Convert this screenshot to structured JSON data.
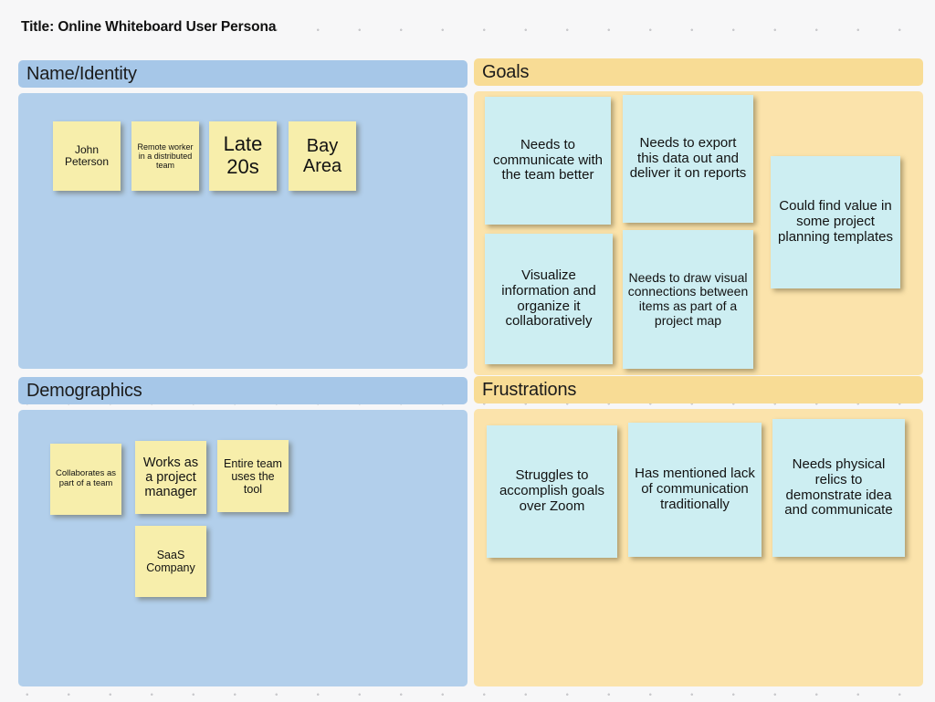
{
  "board": {
    "title": "Title: Online Whiteboard User Persona",
    "background": "#f7f7f8",
    "dot_color": "#c9c9cc"
  },
  "colors": {
    "blue_header": "#a6c7e8",
    "blue_body": "#b2cfeb",
    "amber_header": "#f8dc95",
    "amber_body": "#fbe3ab",
    "note_yellow": "#f7eeab",
    "note_blue": "#cdeef2"
  },
  "panels": [
    {
      "id": "name-identity",
      "title": "Name/Identity",
      "theme": "blue",
      "notes": [
        {
          "text": "John Peterson",
          "color": "note_yellow",
          "font_size": 12
        },
        {
          "text": "Remote worker in a distributed team",
          "color": "note_yellow",
          "font_size": 9
        },
        {
          "text": "Late 20s",
          "color": "note_yellow",
          "font_size": 22
        },
        {
          "text": "Bay Area",
          "color": "note_yellow",
          "font_size": 20
        }
      ]
    },
    {
      "id": "demographics",
      "title": "Demographics",
      "theme": "blue",
      "notes": [
        {
          "text": "Collaborates as part of a team",
          "color": "note_yellow",
          "font_size": 9.5
        },
        {
          "text": "Works as a project manager",
          "color": "note_yellow",
          "font_size": 14.5
        },
        {
          "text": "Entire team uses the tool",
          "color": "note_yellow",
          "font_size": 12.5
        },
        {
          "text": "SaaS Company",
          "color": "note_yellow",
          "font_size": 12.5
        }
      ]
    },
    {
      "id": "goals",
      "title": "Goals",
      "theme": "amber",
      "notes": [
        {
          "text": "Needs to communicate with the team better",
          "color": "note_blue",
          "font_size": 15
        },
        {
          "text": "Needs to export this data out and deliver it on reports",
          "color": "note_blue",
          "font_size": 15
        },
        {
          "text": "Could find value in some project planning templates",
          "color": "note_blue",
          "font_size": 15
        },
        {
          "text": "Visualize information and organize it collaboratively",
          "color": "note_blue",
          "font_size": 15
        },
        {
          "text": "Needs to draw visual connections between items as part of a project map",
          "color": "note_blue",
          "font_size": 14
        }
      ]
    },
    {
      "id": "frustrations",
      "title": "Frustrations",
      "theme": "amber",
      "notes": [
        {
          "text": "Struggles to accomplish goals over Zoom",
          "color": "note_blue",
          "font_size": 15
        },
        {
          "text": "Has mentioned lack of communication traditionally",
          "color": "note_blue",
          "font_size": 15
        },
        {
          "text": "Needs physical relics to demonstrate idea and communicate",
          "color": "note_blue",
          "font_size": 15
        }
      ]
    }
  ]
}
